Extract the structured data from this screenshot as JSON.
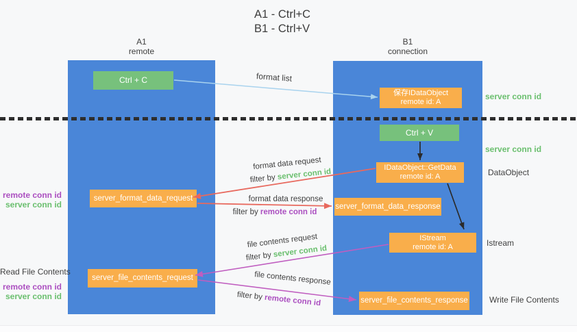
{
  "title": {
    "line1": "A1 - Ctrl+C",
    "line2": "B1 - Ctrl+V"
  },
  "lanes": {
    "a": {
      "name": "A1",
      "subtitle": "remote"
    },
    "b": {
      "name": "B1",
      "subtitle": "connection"
    }
  },
  "boxes": {
    "ctrl_c": "Ctrl + C",
    "ctrl_v": "Ctrl + V",
    "save_dataobject": {
      "line1": "保存IDataObject",
      "line2": "remote id: A"
    },
    "getdata": {
      "line1": "IDataObject::GetData",
      "line2": "remote id: A"
    },
    "istream": {
      "line1": "IStream",
      "line2": "remote id: A"
    },
    "format_request": "server_format_data_request",
    "format_response": "server_format_data_response",
    "file_request": "server_file_contents_request",
    "file_response": "server_file_contents_response"
  },
  "flow_labels": {
    "format_list": "format list",
    "format_data_request": "format data request",
    "format_data_response": "format data response",
    "file_contents_request": "file contents request",
    "file_contents_response": "file contents response",
    "filter_by": "filter by ",
    "server_conn_id": "server conn id",
    "remote_conn_id": "remote conn id"
  },
  "side_labels": {
    "left": {
      "remote_conn_id": "remote conn id",
      "server_conn_id": "server conn id",
      "read_file_contents": "Read File Contents"
    },
    "right": {
      "server_conn_id": "server conn id",
      "dataobject": "DataObject",
      "istream": "Istream",
      "write_file_contents": "Write File Contents"
    }
  },
  "colors": {
    "lane_blue": "#4a86d8",
    "box_green": "#77c17c",
    "box_orange": "#f9ae4b",
    "arrow_light_blue": "#a9d3ee",
    "arrow_black": "#2b2b2b",
    "arrow_salmon": "#e8695e",
    "arrow_magenta": "#c05ec0",
    "text_green": "#6abf6e",
    "text_purple": "#ab4fc0"
  }
}
